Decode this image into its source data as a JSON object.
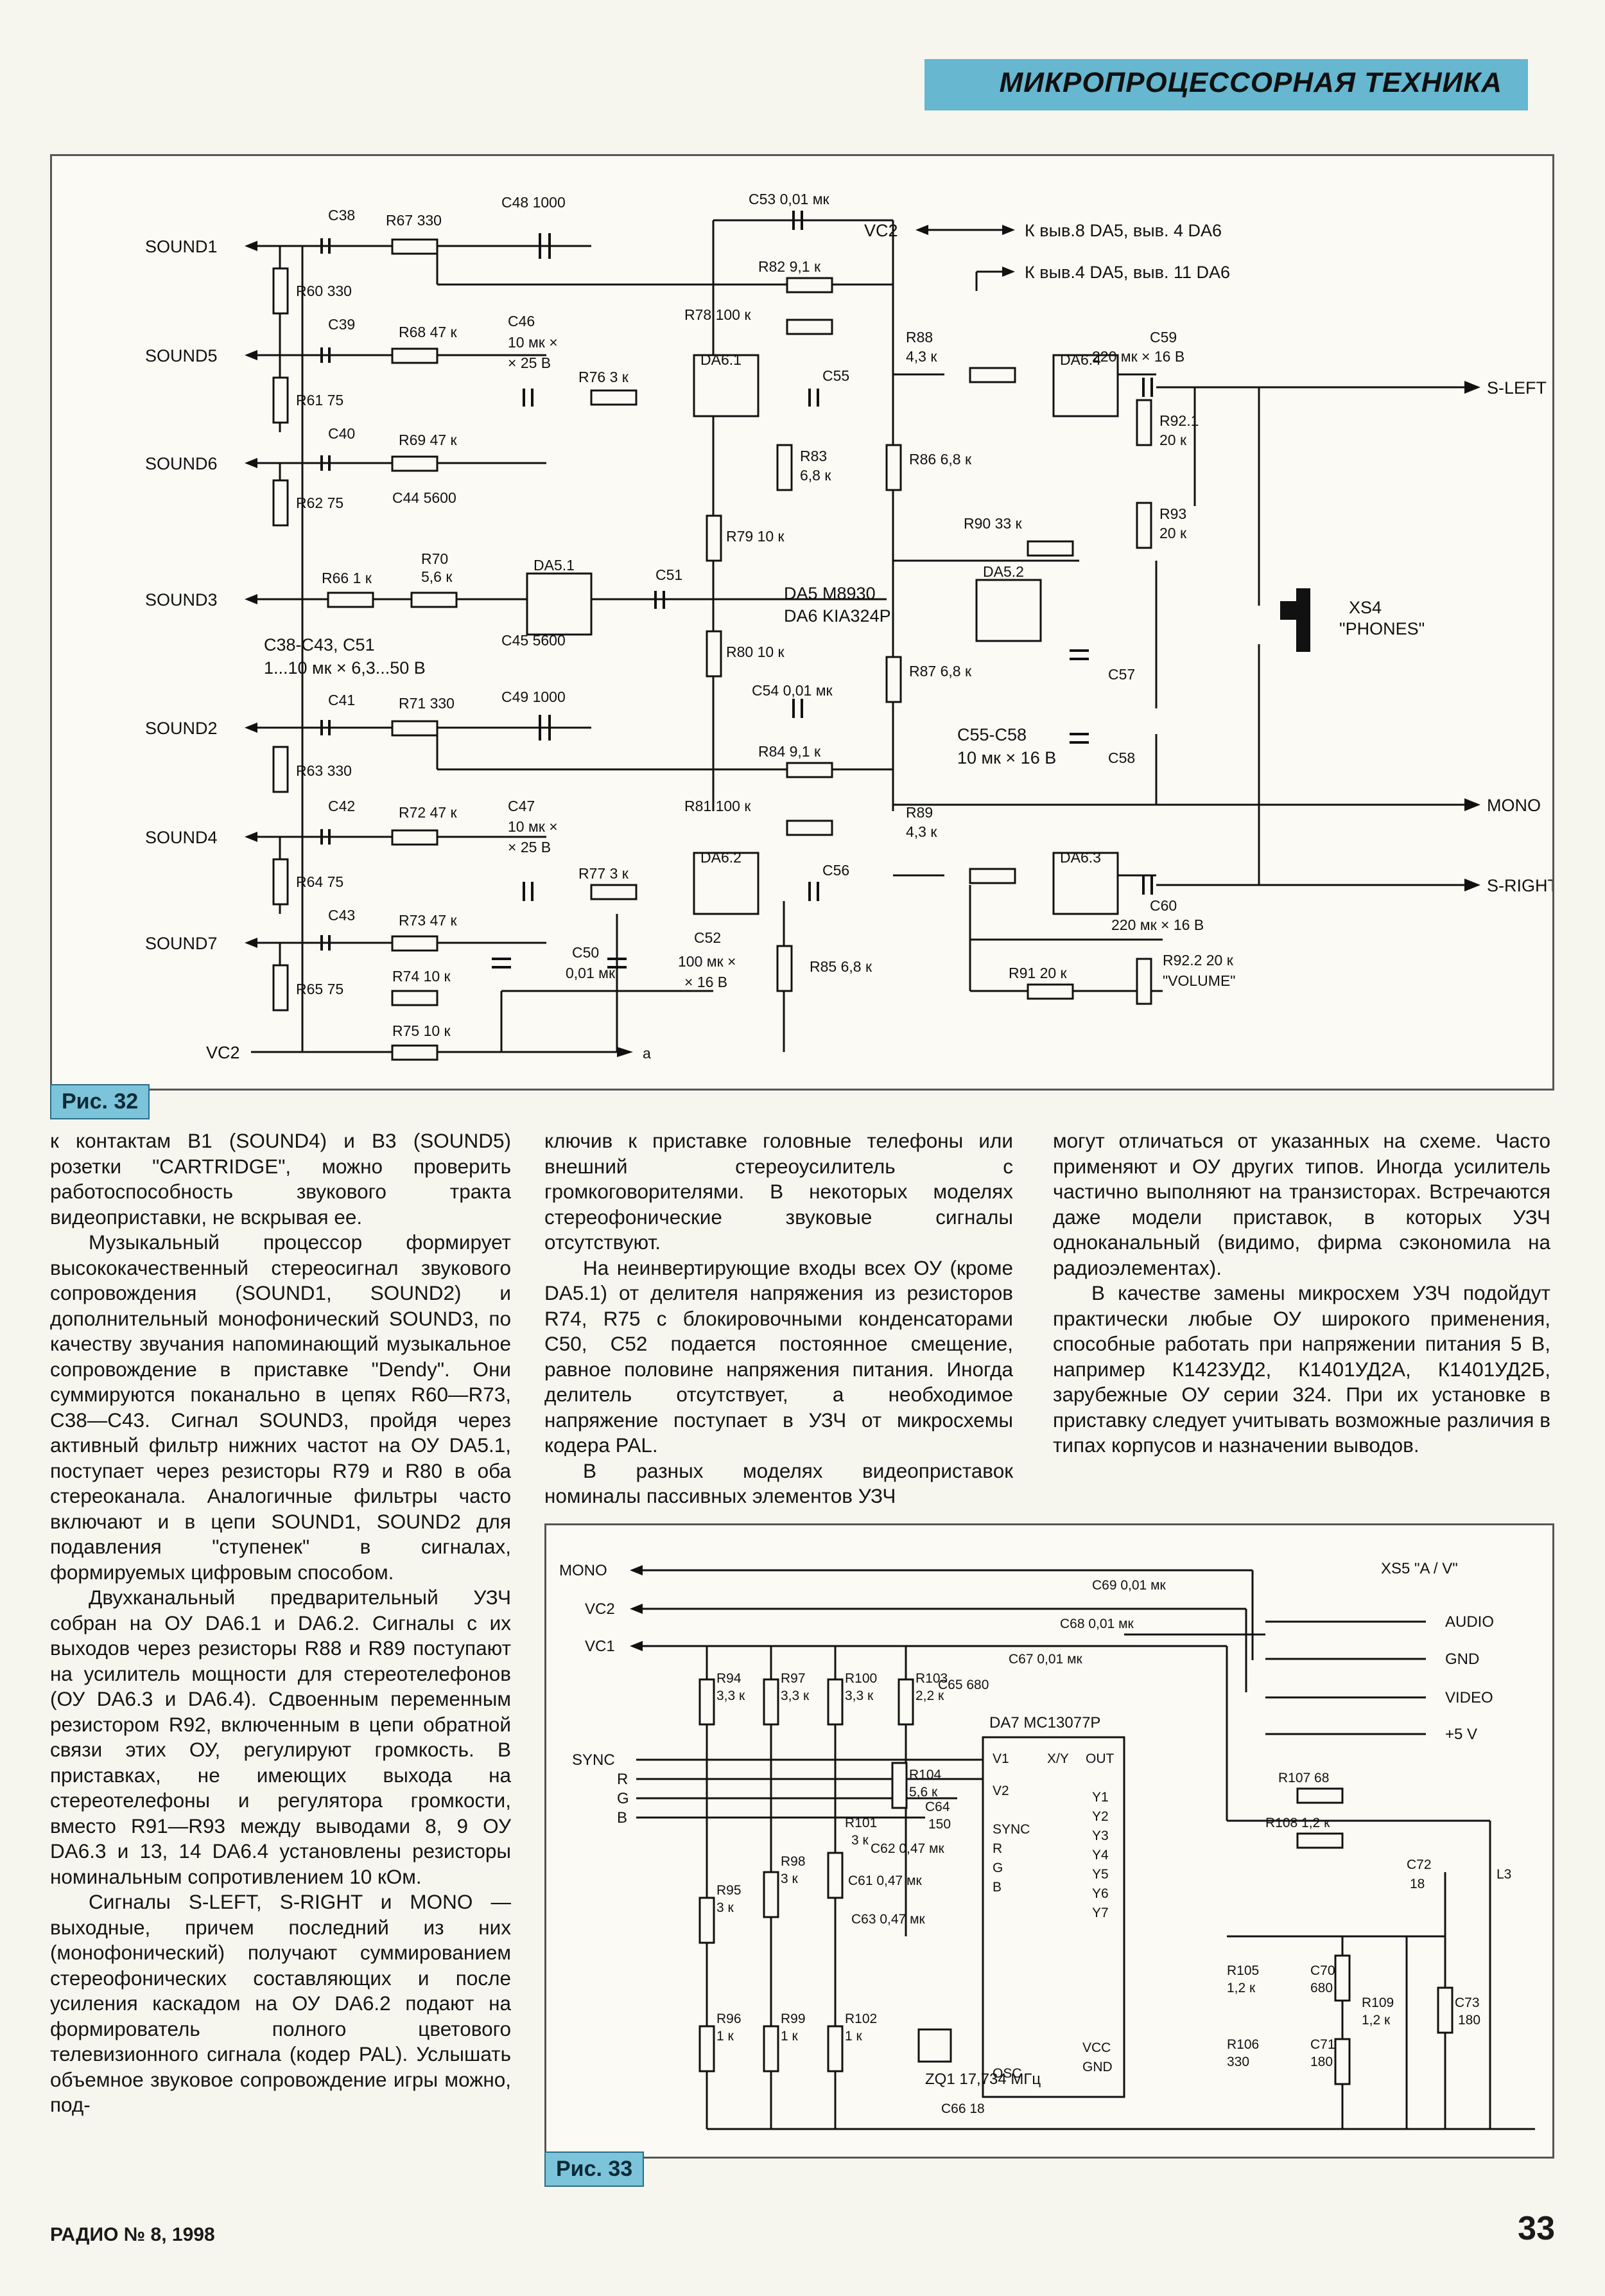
{
  "header": {
    "section": "МИКРОПРОЦЕССОРНАЯ ТЕХНИКА"
  },
  "figure32": {
    "caption": "Рис. 32",
    "signals_left": [
      "SOUND1",
      "SOUND5",
      "SOUND6",
      "SOUND3",
      "SOUND2",
      "SOUND4",
      "SOUND7",
      "VC2"
    ],
    "outputs": [
      "S-LEFT",
      "MONO",
      "S-RIGHT"
    ],
    "connector": "XS4 \"PHONES\"",
    "chips": [
      "DA6.1",
      "DA6.2",
      "DA6.3",
      "DA6.4",
      "DA5.1",
      "DA5.2"
    ],
    "chip_note_1": "DA5 M8930",
    "chip_note_2": "DA6 KIA324P",
    "vc2_note_1": "К выв.8 DA5, выв. 4 DA6",
    "vc2_note_2": "К выв.4 DA5, выв. 11 DA6",
    "cap_note_1": "C38-C43, C51",
    "cap_note_2": "1...10 мк × 6,3...50 В",
    "cap_note_3": "C55-C58",
    "cap_note_4": "10 мк × 16 В",
    "labels": {
      "c38": "C38",
      "r67": "R67 330",
      "c48": "C48 1000",
      "c53": "C53 0,01 мк",
      "r82": "R82 9,1 к",
      "r60": "R60 330",
      "c39": "C39",
      "r68": "R68 47 к",
      "c46": "C46",
      "c46v": "10 мк ×",
      "c46u": "× 25 В",
      "r78": "R78 100 к",
      "r88": "R88",
      "r88v": "4,3 к",
      "c59": "C59",
      "c59v": "220 мк × 16 В",
      "r61": "R61 75",
      "r76": "R76 3 к",
      "c55": "C55",
      "c40": "C40",
      "r69": "R69 47 к",
      "r92_1": "R92.1",
      "r92_1v": "20 к",
      "r83": "R83",
      "r83v": "6,8 к",
      "r86": "R86 6,8 к",
      "r62": "R62 75",
      "c44": "C44 5600",
      "r93": "R93",
      "r93v": "20 к",
      "r79": "R79 10 к",
      "r90": "R90 33 к",
      "r66": "R66 1 к",
      "r70": "R70",
      "r70v": "5,6 к",
      "c51": "C51",
      "c45": "C45 5600",
      "r80": "R80 10 к",
      "r87": "R87 6,8 к",
      "c57": "C57",
      "c54": "C54 0,01 мк",
      "c41": "C41",
      "r71": "R71 330",
      "c49": "C49 1000",
      "r84": "R84 9,1 к",
      "c58": "C58",
      "r63": "R63 330",
      "r81": "R81 100 к",
      "c42": "C42",
      "r72": "R72 47 к",
      "c47": "C47",
      "c47v": "10 мк ×",
      "c47u": "× 25 В",
      "r89": "R89",
      "r89v": "4,3 к",
      "r77": "R77 3 к",
      "c56": "C56",
      "r64": "R64 75",
      "c60": "C60",
      "c60v": "220 мк × 16 В",
      "c43": "C43",
      "r73": "R73 47 к",
      "c50": "C50",
      "c50v": "0,01 мк",
      "c52": "C52",
      "c52v": "100 мк ×",
      "c52u": "× 16 В",
      "r85": "R85 6,8 к",
      "r92_2": "R92.2 20 к",
      "r92_2n": "\"VOLUME\"",
      "r74": "R74 10 к",
      "r65": "R65 75",
      "r91": "R91 20 к",
      "r75": "R75 10 к",
      "a": "a",
      "xs4": "XS4",
      "phones": "\"PHONES\"",
      "vc2": "VC2"
    }
  },
  "text": {
    "col1": [
      "к контактам B1 (SOUND4) и B3 (SOUND5) розетки \"CARTRIDGE\", можно проверить работоспособность звукового тракта видеоприставки, не вскрывая ее.",
      "Музыкальный процессор формирует высококачественный стереосигнал звукового сопровождения (SOUND1, SOUND2) и дополнительный монофонический SOUND3, по качеству звучания напоминающий музыкальное сопровождение в приставке \"Dendy\". Они суммируются поканально в цепях R60—R73, C38—C43. Сигнал SOUND3, пройдя через активный фильтр нижних частот на ОУ DA5.1, поступает через резисторы R79 и R80 в оба стереоканала. Аналогичные фильтры часто включают и в цепи SOUND1, SOUND2 для подавления \"ступенек\" в сигналах, формируемых цифровым способом.",
      "Двухканальный предварительный УЗЧ собран на ОУ DA6.1 и DA6.2. Сигналы с их выходов через резисторы R88 и R89 поступают на усилитель мощности для стереотелефонов (ОУ DA6.3 и DA6.4). Сдвоенным переменным резистором R92, включенным в цепи обратной связи этих ОУ, регулируют громкость. В приставках, не имеющих выхода на стереотелефоны и регулятора громкости, вместо R91—R93 между выводами 8, 9 ОУ DA6.3 и 13, 14 DA6.4 установлены резисторы номинальным сопротивлением 10 кОм.",
      "Сигналы S-LEFT, S-RIGHT и MONO — выходные, причем последний из них (монофонический) получают суммированием стереофонических составляющих и после усиления каскадом на ОУ DA6.2 подают на формирователь полного цветового телевизионного сигнала (кодер PAL). Услышать объемное звуковое сопровождение игры можно, под-"
    ],
    "col2": [
      "ключив к приставке головные телефоны или внешний стереоусилитель с громкоговорителями. В некоторых моделях стереофонические звуковые сигналы отсутствуют.",
      "На неинвертирующие входы всех ОУ (кроме DA5.1) от делителя напряжения из резисторов R74, R75 с блокировочными конденсаторами C50, C52 подается постоянное смещение, равное половине напряжения питания. Иногда делитель отсутствует, а необходимое напряжение поступает в УЗЧ от микросхемы кодера PAL.",
      "В разных моделях видеоприставок номиналы пассивных элементов УЗЧ"
    ],
    "col3": [
      "могут отличаться от указанных на схеме. Часто применяют и ОУ других типов. Иногда усилитель частично выполняют на транзисторах. Встречаются даже модели приставок, в которых УЗЧ одноканальный (видимо, фирма сэкономила на радиоэлементах).",
      "В качестве замены микросхем УЗЧ подойдут практически любые ОУ широкого применения, способные работать при напряжении питания 5 В, например К1423УД2, К1401УД2А, К1401УД2Б, зарубежные ОУ серии 324. При их установке в приставку следует учитывать возможные различия в типах корпусов и назначении выводов."
    ]
  },
  "figure33": {
    "caption": "Рис. 33",
    "inputs": [
      "MONO",
      "VC2",
      "VC1",
      "SYNC",
      "R",
      "G",
      "B"
    ],
    "connector": "XS5 \"A / V\"",
    "connector_pins": [
      "AUDIO",
      "GND",
      "VIDEO",
      "+5 V"
    ],
    "chip": "DA7 MC13077P",
    "chip_pins_left": [
      "V1",
      "V2",
      "SYNC",
      "R",
      "G",
      "B",
      "OSC"
    ],
    "chip_pins_right": [
      "X/Y",
      "OUT",
      "Y1",
      "Y2",
      "Y3",
      "Y4",
      "Y5",
      "Y6",
      "Y7",
      "VCC",
      "GND"
    ],
    "crystal": "ZQ1 17,734 МГц",
    "labels": {
      "c69": "C69 0,01 мк",
      "c68": "C68 0,01 мк",
      "c67": "C67 0,01 мк",
      "c65": "C65 680",
      "r94": "R94",
      "r94v": "3,3 к",
      "r97": "R97",
      "r97v": "3,3 к",
      "r100": "R100",
      "r100v": "3,3 к",
      "r103": "R103",
      "r103v": "2,2 к",
      "r104": "R104",
      "r104v": "5,6 к",
      "c64": "C64",
      "c64v": "150",
      "r101": "R101",
      "r101v": "3 к",
      "c62": "C62 0,47 мк",
      "r98": "R98",
      "r98v": "3 к",
      "c61": "C61 0,47 мк",
      "r95": "R95",
      "r95v": "3 к",
      "c63": "C63 0,47 мк",
      "r96": "R96",
      "r96v": "1 к",
      "r99": "R99",
      "r99v": "1 к",
      "r102": "R102",
      "r102v": "1 к",
      "c66": "C66 18",
      "r107": "R107 68",
      "r108": "R108 1,2 к",
      "c72": "C72",
      "c72v": "18",
      "l3": "L3",
      "r105": "R105",
      "r105v": "1,2 к",
      "c70": "C70",
      "c70v": "680",
      "r106": "R106",
      "r106v": "330",
      "c71": "C71",
      "c71v": "180",
      "r109": "R109",
      "r109v": "1,2 к",
      "c73": "C73",
      "c73v": "180"
    }
  },
  "footer": {
    "issue": "РАДИО № 8, 1998",
    "page": "33"
  }
}
